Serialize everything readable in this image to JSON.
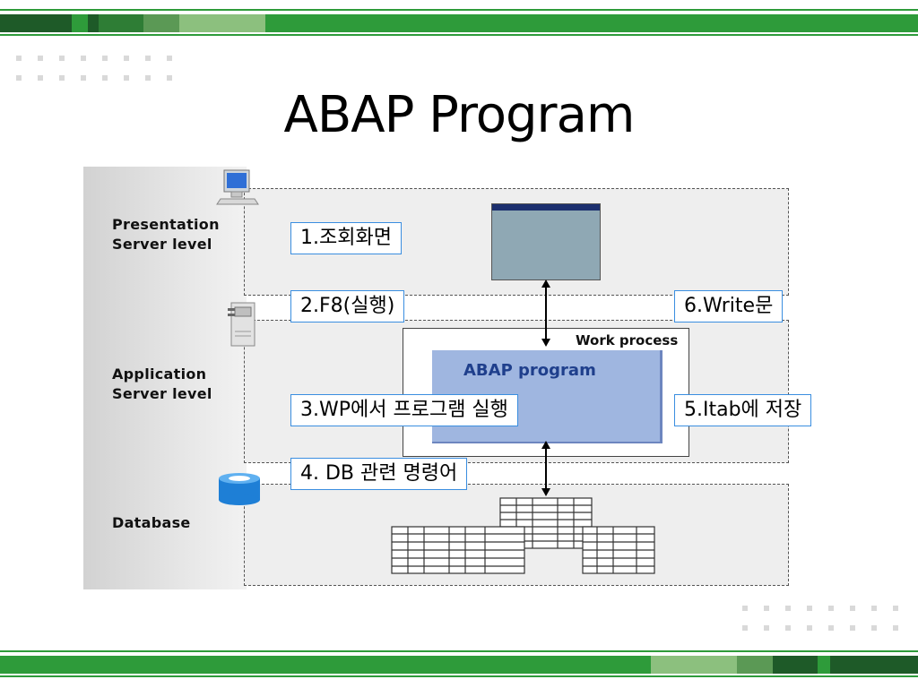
{
  "title": "ABAP Program",
  "levels": {
    "presentation": "Presentation\nServer level",
    "application": "Application\nServer level",
    "database": "Database"
  },
  "work_process": "Work process",
  "abap_program": "ABAP program",
  "steps": [
    "1.조회화면",
    "2.F8(실행)",
    "3.WP에서 프로그램 실행",
    "4. DB 관련 명령어",
    "5.Itab에 저장",
    "6.Write문"
  ],
  "icons": [
    "monitor-icon",
    "server-icon",
    "database-icon",
    "table-grid-icon"
  ],
  "colors": {
    "bar_green": "#2e9b3a",
    "callout_border": "#3a8ee0",
    "abap_box": "#9fb6e0",
    "abap_text": "#1f3f8c",
    "screen": "#8fa8b4"
  }
}
